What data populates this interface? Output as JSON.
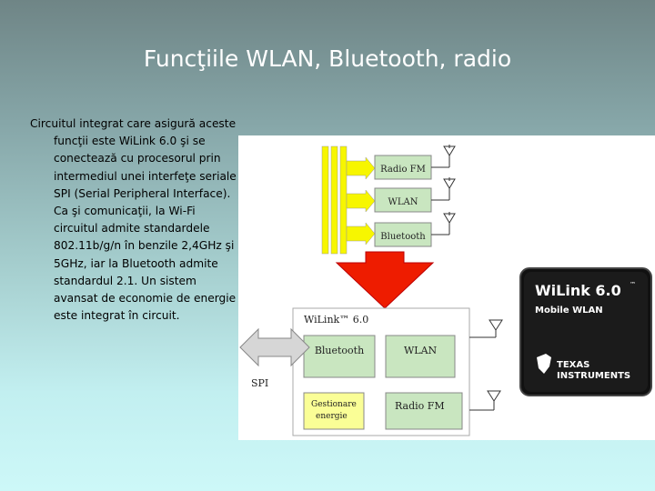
{
  "slide": {
    "title": "Funcţiile WLAN, Bluetooth, radio",
    "body": "Circuitul integrat care asigură aceste funcţii este WiLink 6.0 şi se conectează cu procesorul prin intermediul unei interfeţe seriale SPI (Serial Peripheral Interface). Ca şi comunicaţii, la Wi-Fi circuitul admite standardele 802.11b/g/n în benzile 2,4GHz şi 5GHz, iar la Bluetooth admite standardul 2.1. Un sistem avansat de economie de energie este integrat în circuit."
  },
  "diagram": {
    "top_blocks": [
      "Radio FM",
      "WLAN",
      "Bluetooth"
    ],
    "chip_name": "WiLink™ 6.0",
    "inner_blocks": [
      "Bluetooth",
      "WLAN",
      "Gestionare energie",
      "Radio FM"
    ],
    "spi_label": "SPI",
    "photo": {
      "product": "WiLink 6.0",
      "tm": "™",
      "subtitle": "Mobile WLAN",
      "brand_line1": "Texas",
      "brand_line2": "Instruments"
    },
    "colors": {
      "green_block": "#c9e6c0",
      "yellow_block": "#fafe96",
      "red_arrow": "#ee1c00",
      "yellow_bus": "#f7f600"
    }
  }
}
